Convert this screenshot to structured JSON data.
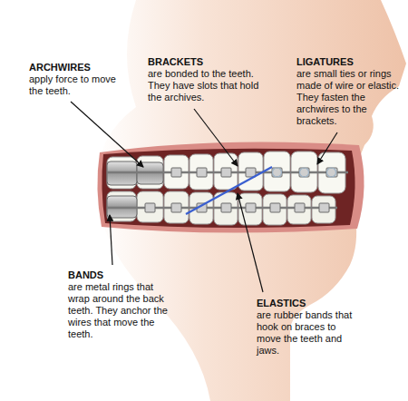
{
  "diagram": {
    "labels": [
      "ARCHWIRES",
      "apply force to move the teeth.",
      "BRACKETS",
      "are bonded to the teeth. They have slots that hold the archives.",
      "LIGATURES",
      "are small ties or rings made of wire or elastic. They fasten the archwires to the brackets.",
      "BANDS",
      "are metal rings that wrap around the back teeth. They anchor the wires that move the teeth.",
      "ELASTICS",
      "are rubber bands that hook on braces to move the teeth and jaws."
    ]
  }
}
